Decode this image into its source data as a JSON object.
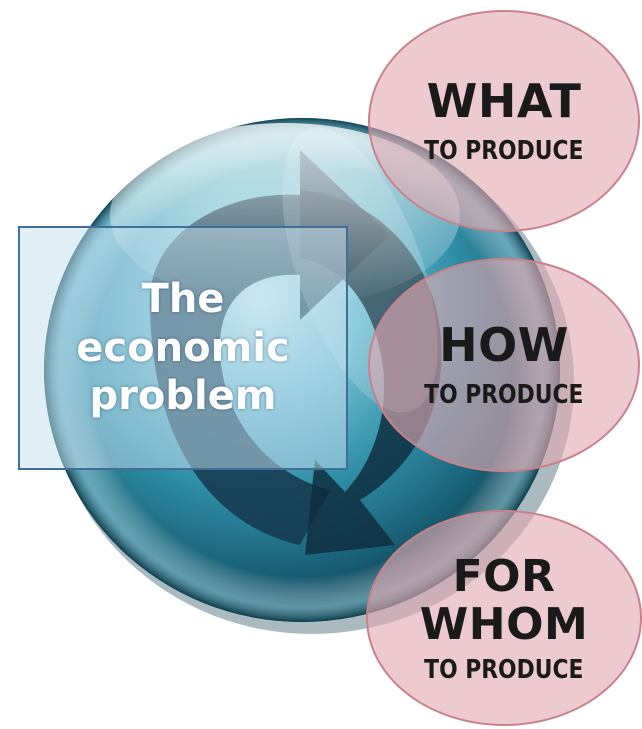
{
  "center": {
    "lines": [
      "The",
      "economic",
      "problem"
    ]
  },
  "questions": [
    {
      "main_lines": [
        "WHAT"
      ],
      "sub": "TO PRODUCE"
    },
    {
      "main_lines": [
        "HOW"
      ],
      "sub": "TO PRODUCE"
    },
    {
      "main_lines": [
        "FOR",
        "WHOM"
      ],
      "sub": "TO PRODUCE"
    }
  ],
  "colors": {
    "sphere_outer": "#1d6f85",
    "sphere_mid": "#3f9fb6",
    "sphere_highlight": "#cfeaf2",
    "arrow": "#143449",
    "box_fill": "#c4deee",
    "box_border": "#3f6f96",
    "question_fill": "#e2aab2",
    "question_border": "#c9828c"
  },
  "icons": [
    "refresh-cycle-icon"
  ]
}
